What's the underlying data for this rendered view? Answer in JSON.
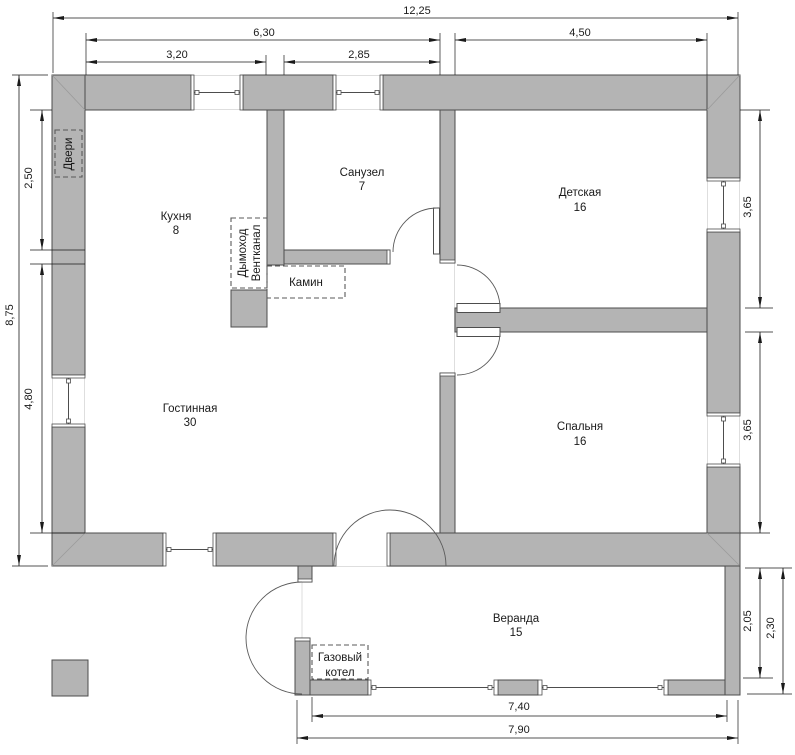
{
  "colors": {
    "wall_fill": "#b4b4b4",
    "wall_stroke": "#4d4d4d",
    "line_color": "#1a1a1a",
    "dashed_color": "#595959",
    "background": "#ffffff",
    "faint_line": "#dedede"
  },
  "rooms": {
    "kitchen": {
      "name": "Кухня",
      "area": "8"
    },
    "bathroom": {
      "name": "Санузел",
      "area": "7"
    },
    "nursery": {
      "name": "Детская",
      "area": "16"
    },
    "living": {
      "name": "Гостинная",
      "area": "30"
    },
    "bedroom": {
      "name": "Спальня",
      "area": "16"
    },
    "veranda": {
      "name": "Веранда",
      "area": "15"
    }
  },
  "annotations": {
    "doors": "Двери",
    "chimney": "Дымоход",
    "vent": "Вентканал",
    "fireplace": "Камин",
    "boiler_line1": "Газовый",
    "boiler_line2": "котел"
  },
  "dims": {
    "total_width": "12,25",
    "left_span": "6,30",
    "right_span": "4,50",
    "kitchen_width": "3,20",
    "bath_width": "2,85",
    "total_height": "8,75",
    "upper_left": "2,50",
    "lower_left": "4,80",
    "nursery_height": "3,65",
    "bedroom_height": "3,65",
    "veranda_inner_h": "2,05",
    "veranda_outer_h": "2,30",
    "veranda_inner_w": "7,40",
    "veranda_outer_w": "7,90"
  }
}
